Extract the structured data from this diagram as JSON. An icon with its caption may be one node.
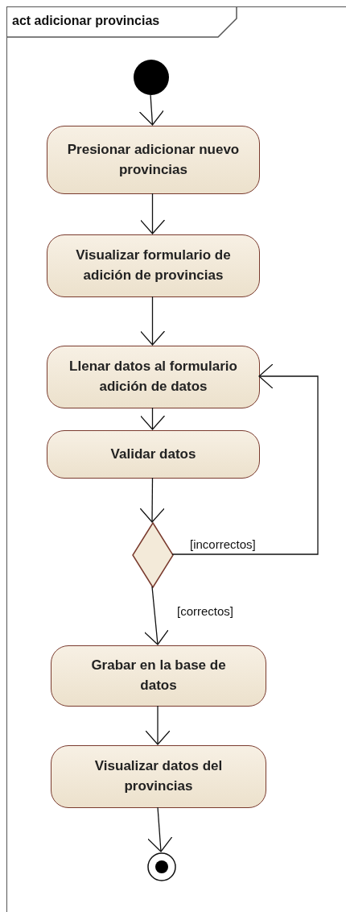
{
  "diagram": {
    "nodes": [
      {
        "text": [
          "act adicionar provincias"
        ]
      },
      {
        "text": [],
        "shape": "circle",
        "in": 0
      },
      {
        "text": [
          "Presionar adicionar nuevo provincias"
        ],
        "in": 0
      },
      {
        "text": [
          "Visualizar formulario de adición de provincias"
        ],
        "in": 0
      },
      {
        "text": [
          "Llenar datos al formulario adición de datos"
        ],
        "in": 0
      },
      {
        "text": [
          "Validar datos"
        ],
        "in": 0
      },
      {
        "text": [],
        "shape": "diamond",
        "in": 0
      },
      {
        "text": [
          "Grabar en la base de datos"
        ],
        "in": 0
      },
      {
        "text": [
          "Visualizar datos del provincias"
        ],
        "in": 0
      },
      {
        "text": [],
        "shape": "circle",
        "in": 0
      }
    ],
    "edges": [
      {
        "from": 1,
        "to": 2,
        "arrow": "to"
      },
      {
        "from": 2,
        "to": 3,
        "arrow": "to"
      },
      {
        "from": 3,
        "to": 4,
        "arrow": "to"
      },
      {
        "from": 4,
        "to": 5,
        "arrow": "to"
      },
      {
        "from": 5,
        "to": 6,
        "arrow": "to"
      },
      {
        "from": 6,
        "to": 4,
        "arrow": "to",
        "label": "[incorrectos]"
      },
      {
        "from": 6,
        "to": 7,
        "arrow": "to",
        "label": "[correctos]"
      },
      {
        "from": 7,
        "to": 8,
        "arrow": "to"
      },
      {
        "from": 8,
        "to": 9,
        "arrow": "to"
      }
    ]
  }
}
